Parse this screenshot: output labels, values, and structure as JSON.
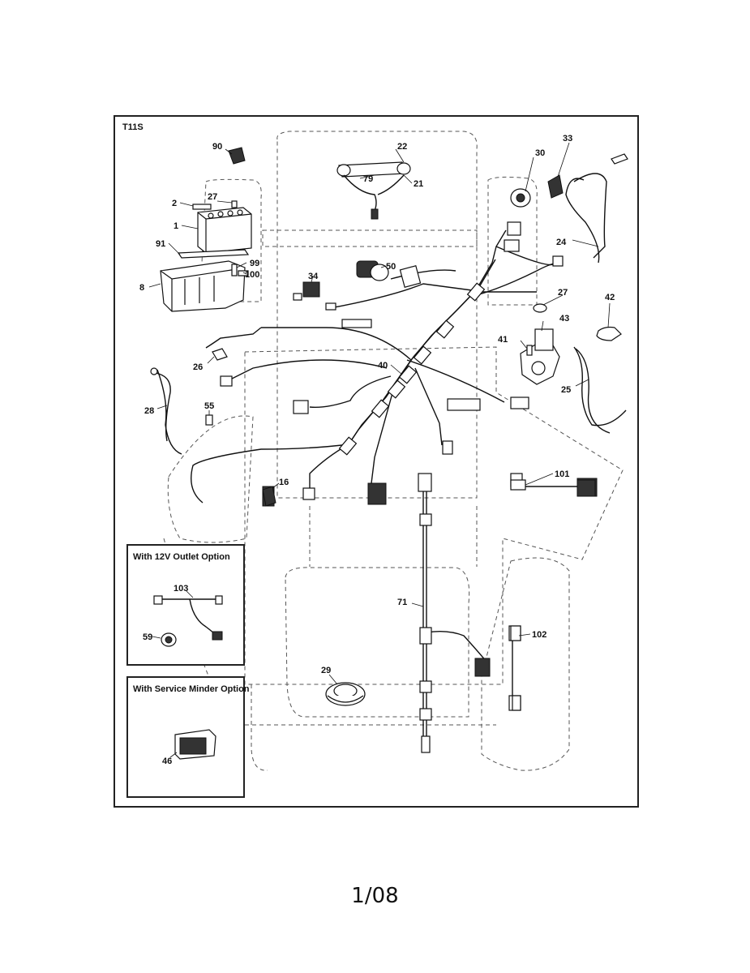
{
  "diagram": {
    "code": "T11S",
    "callouts": [
      {
        "id": "90",
        "label": "90"
      },
      {
        "id": "2",
        "label": "2"
      },
      {
        "id": "27a",
        "label": "27"
      },
      {
        "id": "1",
        "label": "1"
      },
      {
        "id": "91",
        "label": "91"
      },
      {
        "id": "99",
        "label": "99"
      },
      {
        "id": "100",
        "label": "100"
      },
      {
        "id": "8",
        "label": "8"
      },
      {
        "id": "22",
        "label": "22"
      },
      {
        "id": "79",
        "label": "79"
      },
      {
        "id": "21",
        "label": "21"
      },
      {
        "id": "30",
        "label": "30"
      },
      {
        "id": "33",
        "label": "33"
      },
      {
        "id": "24",
        "label": "24"
      },
      {
        "id": "50",
        "label": "50"
      },
      {
        "id": "34",
        "label": "34"
      },
      {
        "id": "27b",
        "label": "27"
      },
      {
        "id": "42",
        "label": "42"
      },
      {
        "id": "43",
        "label": "43"
      },
      {
        "id": "41",
        "label": "41"
      },
      {
        "id": "26",
        "label": "26"
      },
      {
        "id": "40",
        "label": "40"
      },
      {
        "id": "25",
        "label": "25"
      },
      {
        "id": "28",
        "label": "28"
      },
      {
        "id": "55",
        "label": "55"
      },
      {
        "id": "16",
        "label": "16"
      },
      {
        "id": "101",
        "label": "101"
      },
      {
        "id": "71",
        "label": "71"
      },
      {
        "id": "102",
        "label": "102"
      },
      {
        "id": "29",
        "label": "29"
      }
    ]
  },
  "insets": {
    "outlet": {
      "title": "With 12V Outlet Option",
      "callouts": [
        {
          "label": "103"
        },
        {
          "label": "59"
        }
      ]
    },
    "service": {
      "title": "With Service Minder Option",
      "callouts": [
        {
          "label": "46"
        }
      ]
    }
  },
  "page_number": "1/08"
}
